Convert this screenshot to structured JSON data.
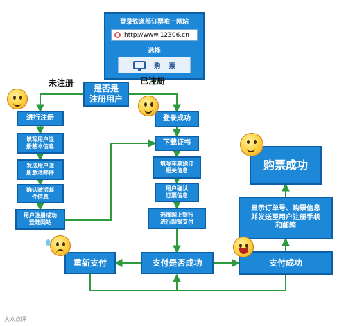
{
  "top": {
    "title": "登录铁道部订票唯一网站",
    "url": "http://www.12306.cn",
    "select_label": "选择",
    "buy_label": "购    票"
  },
  "decision_registered": "是否是\n注册用户",
  "branch_labels": {
    "not_registered": "未注册",
    "registered": "已注册"
  },
  "left_steps": [
    "进行注册",
    "填写用户注\n册基本信息",
    "发送用户注\n册激活邮件",
    "确认激活邮\n件信息",
    "用户注册成功\n登陆网站"
  ],
  "middle_steps": [
    "登录成功",
    "下载证书",
    "填写车票预订\n相关信息",
    "用户确认\n订票信息",
    "选择网上银行\n进行网银支付"
  ],
  "decision_payment": "支付是否成功",
  "repay": "重新支付",
  "pay_success": "支付成功",
  "show_info": "显示订单号、购票信息\n并发送至用户注册手机\n和邮箱",
  "purchase_success": "购票成功",
  "watermark": "大众点评",
  "colors": {
    "box": "#1e88d8",
    "border": "#0d5fa6",
    "arrow": "#2e9a3e"
  }
}
